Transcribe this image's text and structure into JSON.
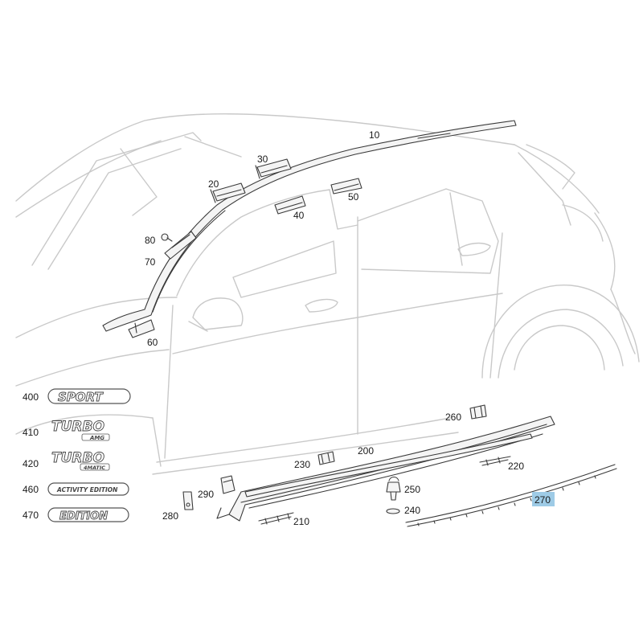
{
  "callouts": {
    "c10": "10",
    "c20": "20",
    "c30": "30",
    "c40": "40",
    "c50": "50",
    "c60": "60",
    "c70": "70",
    "c80": "80",
    "c200": "200",
    "c210": "210",
    "c220": "220",
    "c230": "230",
    "c240": "240",
    "c250": "250",
    "c260": "260",
    "c270": "270",
    "c280": "280",
    "c290": "290",
    "c400": "400",
    "c410": "410",
    "c420": "420",
    "c460": "460",
    "c470": "470"
  },
  "badges": {
    "b400": "SPORT",
    "b410_main": "TURBO",
    "b410_sub": "AMG",
    "b420_main": "TURBO",
    "b420_sub": "4MATIC",
    "b460": "ACTIVITY EDITION",
    "b470": "EDITION"
  },
  "highlight_color": "#9ecbe6"
}
